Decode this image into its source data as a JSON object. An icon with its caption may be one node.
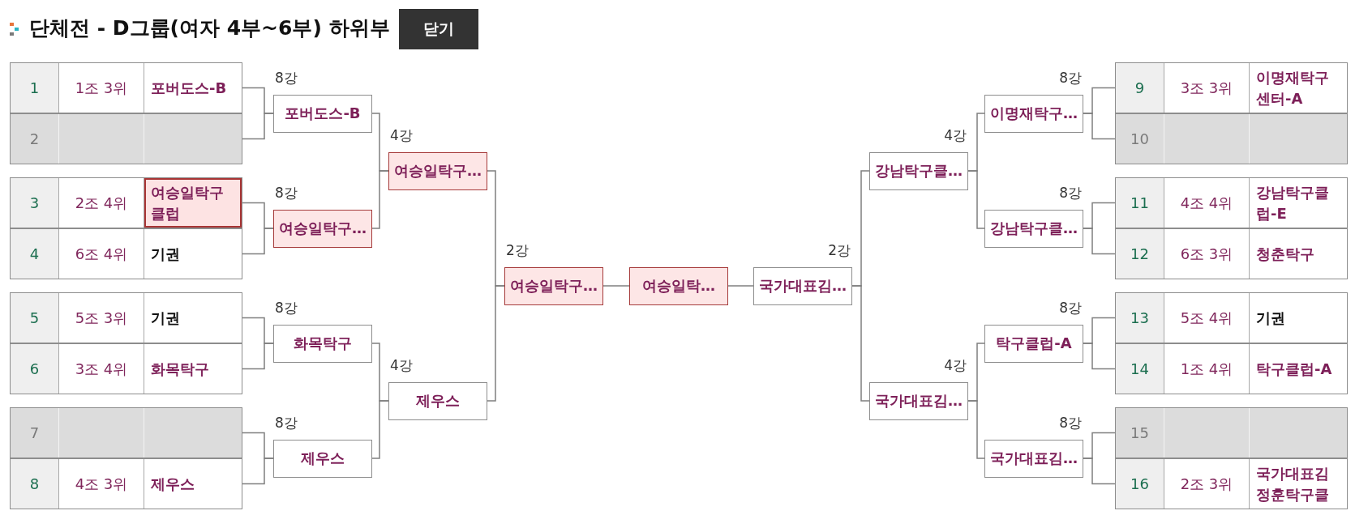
{
  "diagram": {
    "title": "단체전 - D그룹(여자 4부~6부) 하위부",
    "nodes": [
      {
        "text": [
          "1",
          "1조 3위",
          "포버도스-B"
        ]
      },
      {
        "text": [
          "2"
        ]
      },
      {
        "text": [
          "3",
          "2조 4위",
          "여승일탁구클럽"
        ]
      },
      {
        "text": [
          "4",
          "6조 4위",
          "기권"
        ]
      },
      {
        "text": [
          "5",
          "5조 3위",
          "기권"
        ]
      },
      {
        "text": [
          "6",
          "3조 4위",
          "화목탁구"
        ]
      },
      {
        "text": [
          "7"
        ]
      },
      {
        "text": [
          "8",
          "4조 3위",
          "제우스"
        ]
      },
      {
        "text": [
          "포버도스-B"
        ],
        "beside": [
          "8강"
        ]
      },
      {
        "text": [
          "여승일탁구…"
        ],
        "beside": [
          "8강"
        ]
      },
      {
        "text": [
          "화목탁구"
        ],
        "beside": [
          "8강"
        ]
      },
      {
        "text": [
          "제우스"
        ],
        "beside": [
          "8강"
        ]
      },
      {
        "text": [
          "여승일탁구…"
        ],
        "beside": [
          "4강"
        ]
      },
      {
        "text": [
          "제우스"
        ],
        "beside": [
          "4강"
        ]
      },
      {
        "text": [
          "여승일탁구…"
        ],
        "beside": [
          "2강"
        ]
      },
      {
        "text": [
          "여승일탁…"
        ]
      },
      {
        "text": [
          "국가대표김…"
        ],
        "beside": [
          "2강"
        ]
      },
      {
        "text": [
          "강남탁구클…"
        ],
        "beside": [
          "4강"
        ]
      },
      {
        "text": [
          "국가대표김…"
        ],
        "beside": [
          "4강"
        ]
      },
      {
        "text": [
          "이명재탁구…"
        ],
        "beside": [
          "8강"
        ]
      },
      {
        "text": [
          "강남탁구클…"
        ],
        "beside": [
          "8강"
        ]
      },
      {
        "text": [
          "탁구클럽-A"
        ],
        "beside": [
          "8강"
        ]
      },
      {
        "text": [
          "국가대표김…"
        ],
        "beside": [
          "8강"
        ]
      },
      {
        "text": [
          "9",
          "3조 3위",
          "이명재탁구센터-A"
        ]
      },
      {
        "text": [
          "10"
        ]
      },
      {
        "text": [
          "11",
          "4조 4위",
          "강남탁구클럽-E"
        ]
      },
      {
        "text": [
          "12",
          "6조 3위",
          "청춘탁구"
        ]
      },
      {
        "text": [
          "13",
          "5조 4위",
          "기권"
        ]
      },
      {
        "text": [
          "14",
          "1조 4위",
          "탁구클럽-A"
        ]
      },
      {
        "text": [
          "15"
        ]
      },
      {
        "text": [
          "16",
          "2조 3위",
          "국가대표김정훈탁구클"
        ]
      }
    ],
    "edges": [
      {
        "from": 0,
        "to": 8,
        "arrow": "none"
      },
      {
        "from": 1,
        "to": 8,
        "arrow": "none"
      },
      {
        "from": 2,
        "to": 9,
        "arrow": "none"
      },
      {
        "from": 3,
        "to": 9,
        "arrow": "none"
      },
      {
        "from": 4,
        "to": 10,
        "arrow": "none"
      },
      {
        "from": 5,
        "to": 10,
        "arrow": "none"
      },
      {
        "from": 6,
        "to": 11,
        "arrow": "none"
      },
      {
        "from": 7,
        "to": 11,
        "arrow": "none"
      },
      {
        "from": 8,
        "to": 12,
        "arrow": "none"
      },
      {
        "from": 9,
        "to": 12,
        "arrow": "none"
      },
      {
        "from": 10,
        "to": 13,
        "arrow": "none"
      },
      {
        "from": 11,
        "to": 13,
        "arrow": "none"
      },
      {
        "from": 12,
        "to": 14,
        "arrow": "none"
      },
      {
        "from": 13,
        "to": 14,
        "arrow": "none"
      },
      {
        "from": 14,
        "to": 15,
        "arrow": "none"
      },
      {
        "from": 15,
        "to": 16,
        "arrow": "none"
      },
      {
        "from": 17,
        "to": 16,
        "arrow": "none"
      },
      {
        "from": 18,
        "to": 16,
        "arrow": "none"
      },
      {
        "from": 19,
        "to": 17,
        "arrow": "none"
      },
      {
        "from": 20,
        "to": 17,
        "arrow": "none"
      },
      {
        "from": 21,
        "to": 18,
        "arrow": "none"
      },
      {
        "from": 22,
        "to": 18,
        "arrow": "none"
      },
      {
        "from": 23,
        "to": 19,
        "arrow": "none"
      },
      {
        "from": 24,
        "to": 19,
        "arrow": "none"
      },
      {
        "from": 25,
        "to": 20,
        "arrow": "none"
      },
      {
        "from": 26,
        "to": 20,
        "arrow": "none"
      },
      {
        "from": 27,
        "to": 21,
        "arrow": "none"
      },
      {
        "from": 28,
        "to": 21,
        "arrow": "none"
      },
      {
        "from": 29,
        "to": 22,
        "arrow": "none"
      },
      {
        "from": 30,
        "to": 22,
        "arrow": "none"
      }
    ],
    "labels": [
      "닫기"
    ]
  }
}
